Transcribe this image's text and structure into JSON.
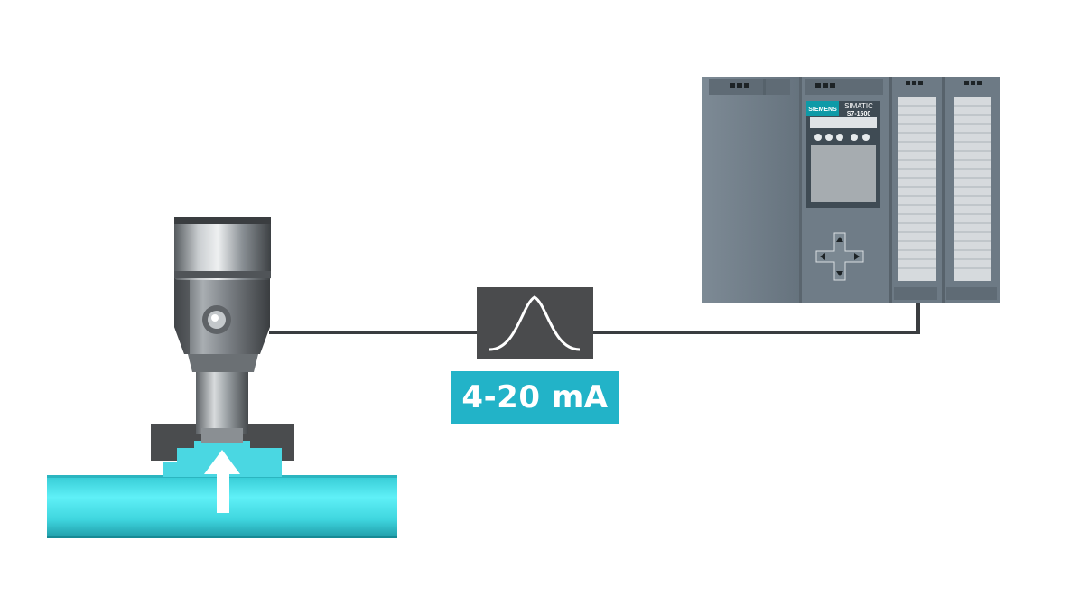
{
  "signal": {
    "label": "4-20 mA"
  },
  "plc": {
    "brand": "SIEMENS",
    "model_line1": "SIMATIC",
    "model_line2": "S7-1500"
  },
  "colors": {
    "pipe": "#4de3ec",
    "signal_label_bg": "#22b3c8",
    "plc_body": "#6e7d89",
    "cable": "#3a3d40",
    "converter_box": "#4a4b4d"
  },
  "icons": {
    "sensor": "pressure-transmitter-icon",
    "flow_arrow": "up-arrow-icon",
    "converter": "bell-curve-icon",
    "plc": "plc-controller-icon"
  }
}
